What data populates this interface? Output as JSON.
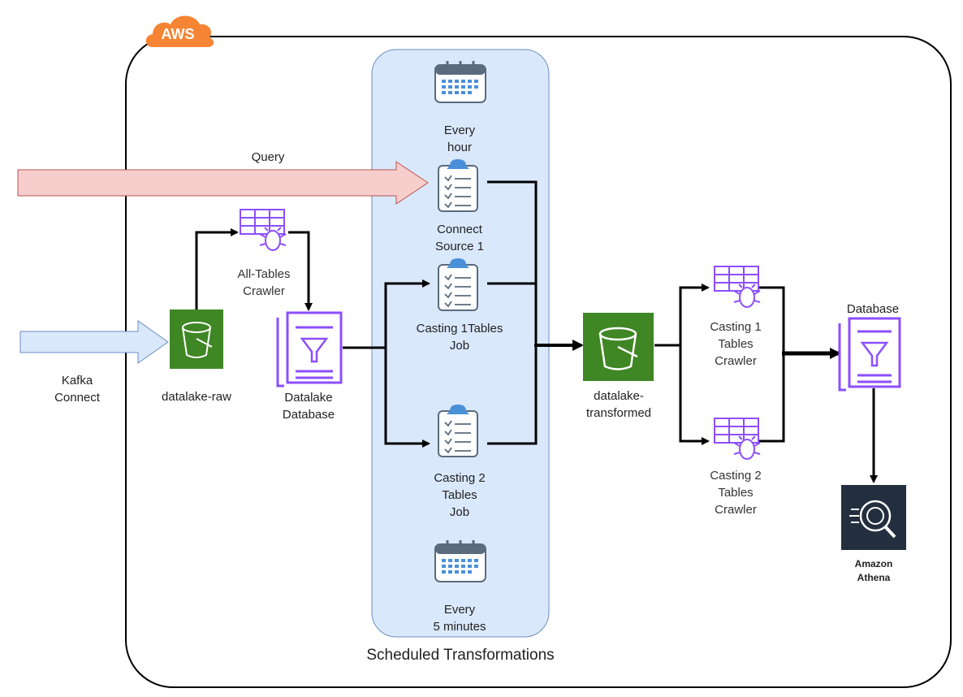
{
  "cloud": {
    "label": "AWS"
  },
  "schedule_group": {
    "label": "Scheduled Transformations"
  },
  "schedules": {
    "hourly": "Every\nhour",
    "five_min": "Every\n5 minutes"
  },
  "inputs": {
    "query": "Query",
    "kafka": "Kafka\nConnect"
  },
  "nodes": {
    "raw_bucket": "datalake-raw",
    "all_tables_crawler": "All-Tables\nCrawler",
    "datalake_db": "Datalake\nDatabase",
    "connect_source": "Connect\nSource 1",
    "casting1_job": "Casting 1Tables\nJob",
    "casting2_job": "Casting 2\nTables\nJob",
    "transformed_bucket": "datalake-\ntransformed",
    "casting1_crawler": "Casting 1\nTables\nCrawler",
    "casting2_crawler": "Casting 2\nTables\nCrawler",
    "database": "Database",
    "athena": "Amazon\nAthena"
  },
  "colors": {
    "s3_green": "#3f8624",
    "glue_purple": "#8c4fff",
    "group_fill": "#dae8fc",
    "group_stroke": "#6c8ebf",
    "query_arrow": "#f8cecc",
    "query_stroke": "#b85450",
    "kafka_arrow": "#dae8fc",
    "aws_orange": "#f58534",
    "athena_bg": "#232f3e"
  }
}
